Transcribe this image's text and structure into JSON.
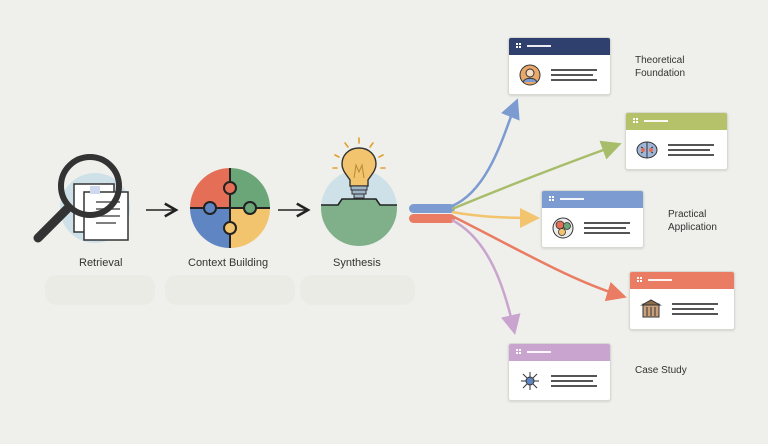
{
  "stages": [
    {
      "label": "Retrieval",
      "sublabel": ""
    },
    {
      "label": "Context Building"
    },
    {
      "label": "Synthesis"
    }
  ],
  "outputs": [
    {
      "label_lines": [
        "Theoretical",
        "Foundation"
      ],
      "color": "#2f3f6e",
      "icon": "person-icon"
    },
    {
      "label_lines": [],
      "color": "#b5c26a",
      "icon": "brain-icon"
    },
    {
      "label_lines": [
        "Practical",
        "Application"
      ],
      "color": "#7b9bd1",
      "icon": "molecule-icon"
    },
    {
      "label_lines": [],
      "color": "#e97c62",
      "icon": "building-icon"
    },
    {
      "label_lines": [
        "Case Study"
      ],
      "color": "#c9a4cf",
      "icon": "network-icon"
    }
  ],
  "colors": {
    "background": "#efefeb",
    "puzzle": [
      "#e56f56",
      "#6aa678",
      "#5f86c2",
      "#f2c46d"
    ],
    "synthesis_green": "#7fb08a",
    "synthesis_sky": "#cfe1e8",
    "bulb": "#f2c46d"
  }
}
